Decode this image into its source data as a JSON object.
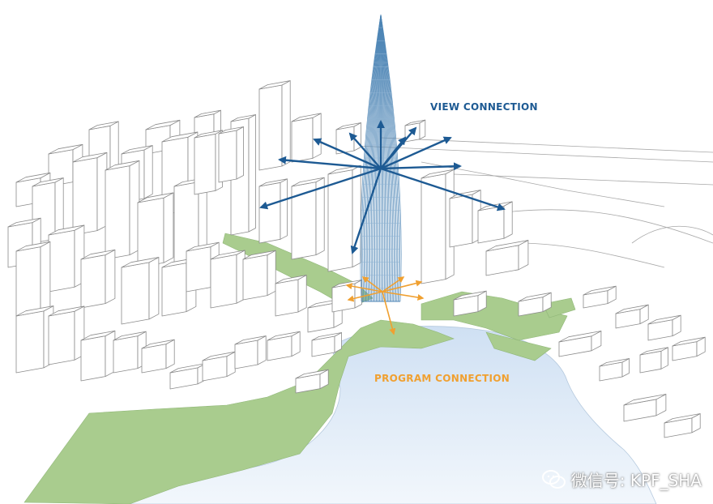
{
  "labels": {
    "view_connection": "VIEW CONNECTION",
    "program_connection": "PROGRAM CONNECTION"
  },
  "watermark": {
    "text": "微信号: KPF_SHA",
    "icon": "wechat-icon"
  },
  "colors": {
    "view_arrow": "#1d5a93",
    "program_arrow": "#f0a030",
    "park_green": "#a9cc8e",
    "water": "#dbe8f6",
    "tower": "#4f86b6",
    "building_line": "#8b8b8b"
  }
}
